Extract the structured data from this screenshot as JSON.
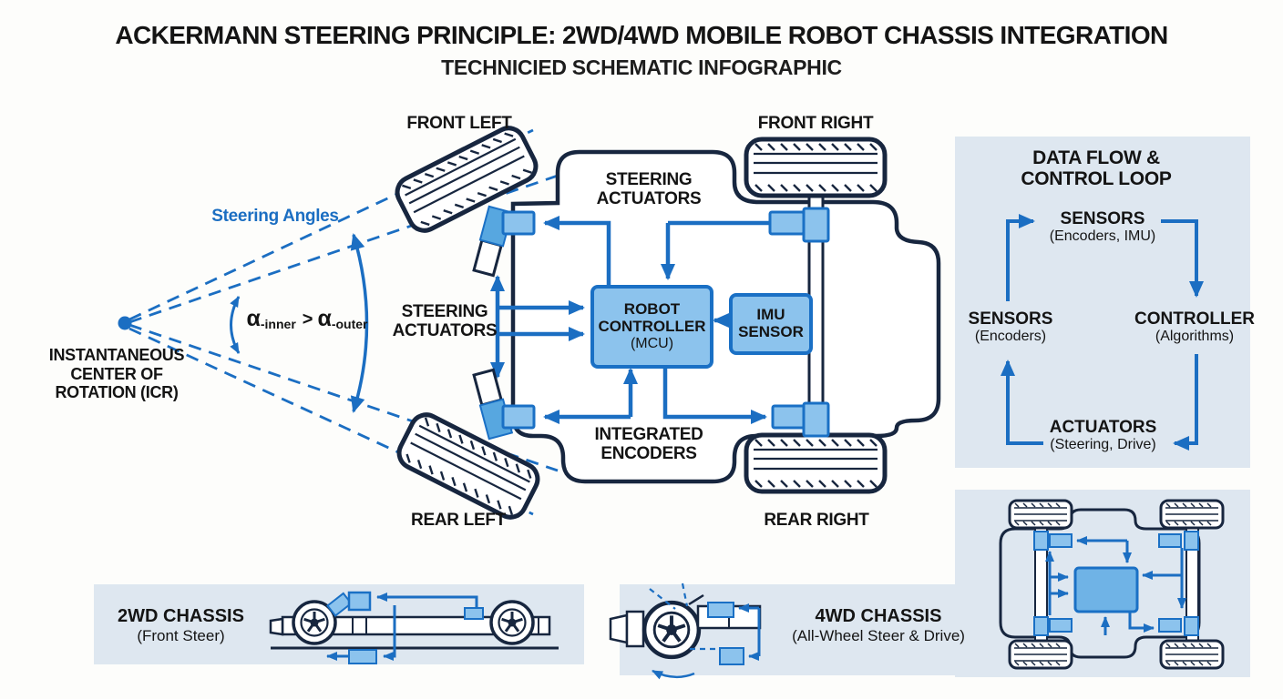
{
  "title": "ACKERMANN STEERING PRINCIPLE: 2WD/4WD MOBILE ROBOT CHASSIS INTEGRATION",
  "subtitle": "TECHNICIED SCHEMATIC INFOGRAPHIC",
  "icr": {
    "steering_angles_label": "Steering Angles",
    "label": "INSTANTANEOUS CENTER OF ROTATION (ICR)",
    "alpha": "α",
    "alpha_inner_sub": "-inner",
    "comparator": ">",
    "alpha2": "α",
    "alpha_outer_sub": "-outer"
  },
  "chassis": {
    "front_left": "FRONT LEFT",
    "front_right": "FRONT RIGHT",
    "rear_left": "REAR LEFT",
    "rear_right": "REAR RIGHT",
    "steering_actuators_top": "STEERING ACTUATORS",
    "steering_actuators_left": "STEERING ACTUATORS",
    "integrated_encoders": "INTEGRATED ENCODERS",
    "robot_controller": "ROBOT CONTROLLER",
    "robot_controller_sub": "(MCU)",
    "imu_sensor": "IMU SENSOR"
  },
  "data_flow": {
    "title": "DATA FLOW & CONTROL LOOP",
    "top": {
      "name": "SENSORS",
      "sub": "(Encoders, IMU)"
    },
    "right": {
      "name": "CONTROLLER",
      "sub": "(Algorithms)"
    },
    "bottom": {
      "name": "ACTUATORS",
      "sub": "(Steering, Drive)"
    },
    "left": {
      "name": "SENSORS",
      "sub": "(Encoders)"
    }
  },
  "panel_2wd": {
    "title": "2WD CHASSIS",
    "sub": "(Front Steer)"
  },
  "panel_4wd": {
    "title": "4WD CHASSIS",
    "sub": "(All-Wheel Steer & Drive)"
  },
  "colors": {
    "accent_blue": "#1b6ec2",
    "box_fill": "#8cc3ed",
    "box_border": "#1a70c5",
    "outline_navy": "#17263f",
    "panel_bg": "#dee7f0"
  }
}
